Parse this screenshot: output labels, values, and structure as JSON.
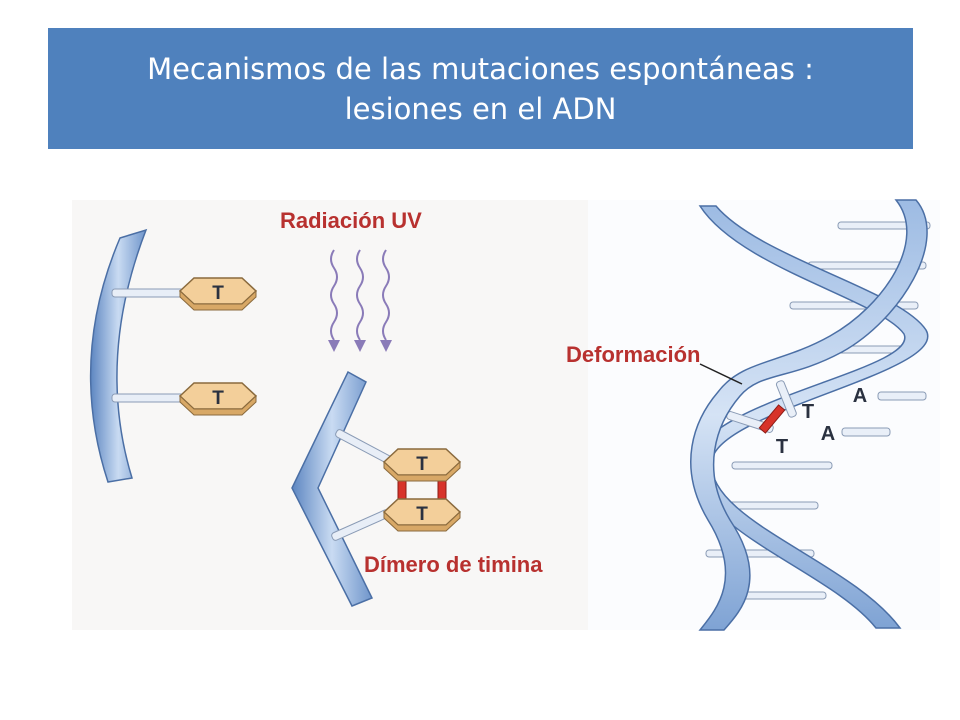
{
  "slide": {
    "title_line1": "Mecanismos de las mutaciones espontáneas :",
    "title_line2": "lesiones en el ADN"
  },
  "figure": {
    "label_uv": "Radiación UV",
    "label_dimer": "Dímero de timina",
    "label_deformation": "Deformación",
    "base_thymine": "T",
    "base_adenine": "A"
  },
  "colors": {
    "title_background": "#4f81bd",
    "label_red": "#b8312f",
    "strand_blue": "#8fb0da",
    "base_tan": "#f3cf9a",
    "dimer_bond": "#d7332a"
  }
}
